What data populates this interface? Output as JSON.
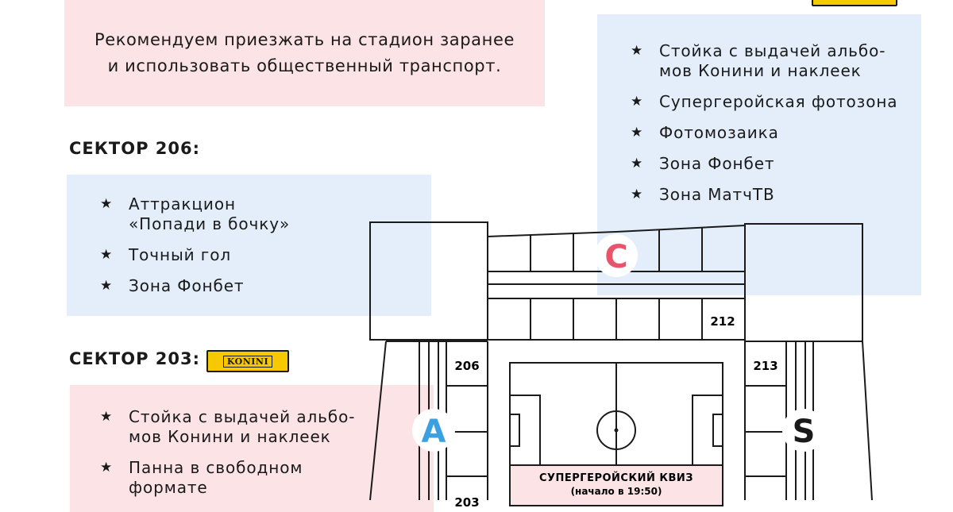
{
  "notice": {
    "lines": [
      "Рекомендуем приезжать на стадион заранее",
      "и использовать общественный транспорт."
    ]
  },
  "sector_206": {
    "heading": "СЕКТОР 206:",
    "items": [
      {
        "lines": [
          "Аттракцион",
          "«Попади в бочку»"
        ]
      },
      {
        "lines": [
          "Точный гол"
        ]
      },
      {
        "lines": [
          "Зона Фонбет"
        ]
      }
    ]
  },
  "sector_203": {
    "heading": "СЕКТОР 203:",
    "logo_text": "KONINI",
    "items": [
      {
        "lines": [
          "Стойка с выдачей альбо-",
          "мов Конини и наклеек"
        ]
      },
      {
        "lines": [
          "Панна в свободном",
          "формате"
        ]
      }
    ]
  },
  "right_panel": {
    "items": [
      {
        "lines": [
          "Стойка с выдачей альбо-",
          "мов Конини и наклеек"
        ]
      },
      {
        "lines": [
          "Супергеройская фотозона"
        ]
      },
      {
        "lines": [
          "Фотомозаика"
        ]
      },
      {
        "lines": [
          "Зона Фонбет"
        ]
      },
      {
        "lines": [
          "Зона МатчТВ"
        ]
      }
    ]
  },
  "stadium": {
    "sector_labels": {
      "s212": "212",
      "s206": "206",
      "s213": "213",
      "s203": "203"
    },
    "entrances": {
      "a": {
        "label": "A",
        "color": "#3aa0e0"
      },
      "c": {
        "label": "C",
        "color": "#e8556a"
      },
      "s": {
        "label": "S",
        "color": "#1a1a1a"
      }
    },
    "quiz": {
      "title": "СУПЕРГЕРОЙСКИЙ КВИЗ",
      "subtitle": "(начало в 19:50)"
    }
  },
  "star_glyph": "★",
  "colors": {
    "pink_panel": "#fbe3e6",
    "blue_panel": "#e3eefa",
    "line": "#1a1a1a",
    "logo_yellow": "#f5c800"
  }
}
